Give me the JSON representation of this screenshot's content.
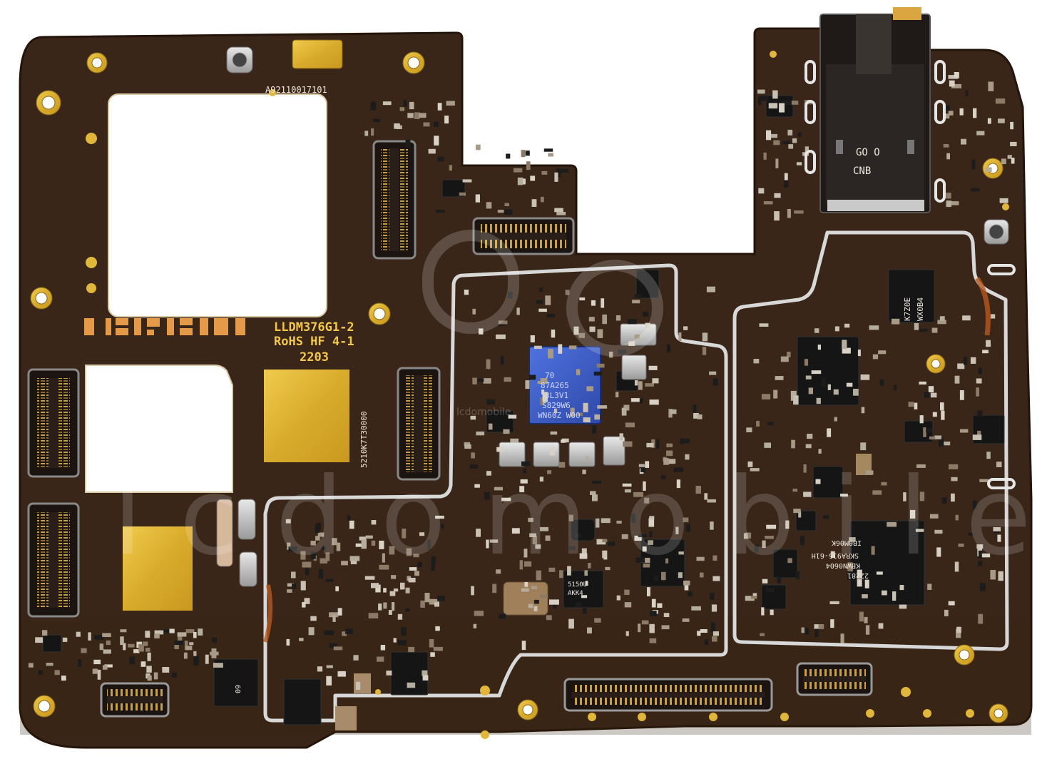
{
  "board": {
    "model_marking": "LLDM376G1-2",
    "rohs_marking": "RoHS HF 4-1",
    "date_code": "2203",
    "serial_top": "A92110017101",
    "vertical_code": "5210K7T30000",
    "jack_marking_1": "GO O",
    "jack_marking_2": "CNB"
  },
  "chips": {
    "main_soc": [
      "70",
      "87A265",
      "3L3V1",
      "S829W6",
      "WN60Z W00"
    ],
    "right_top_ic": [
      "K7Z0E",
      "WX0B4"
    ],
    "right_lower_ic": [
      "IB0M06K",
      "SKRA915-61H",
      "KBWN0604",
      "22281"
    ],
    "small_ic": [
      "5150U",
      "AKK4"
    ],
    "small_ic_b": "60"
  },
  "watermark": {
    "text": "lcdomobile",
    "sub": "lcdomobile"
  },
  "colors": {
    "pcb": "#3a2619",
    "pcb_dark": "#2b1b11",
    "gold": "#e0b73a",
    "copper_pad": "#e59a49",
    "silver": "#c9c9c9",
    "soc_blue": "#3c5cc8"
  }
}
